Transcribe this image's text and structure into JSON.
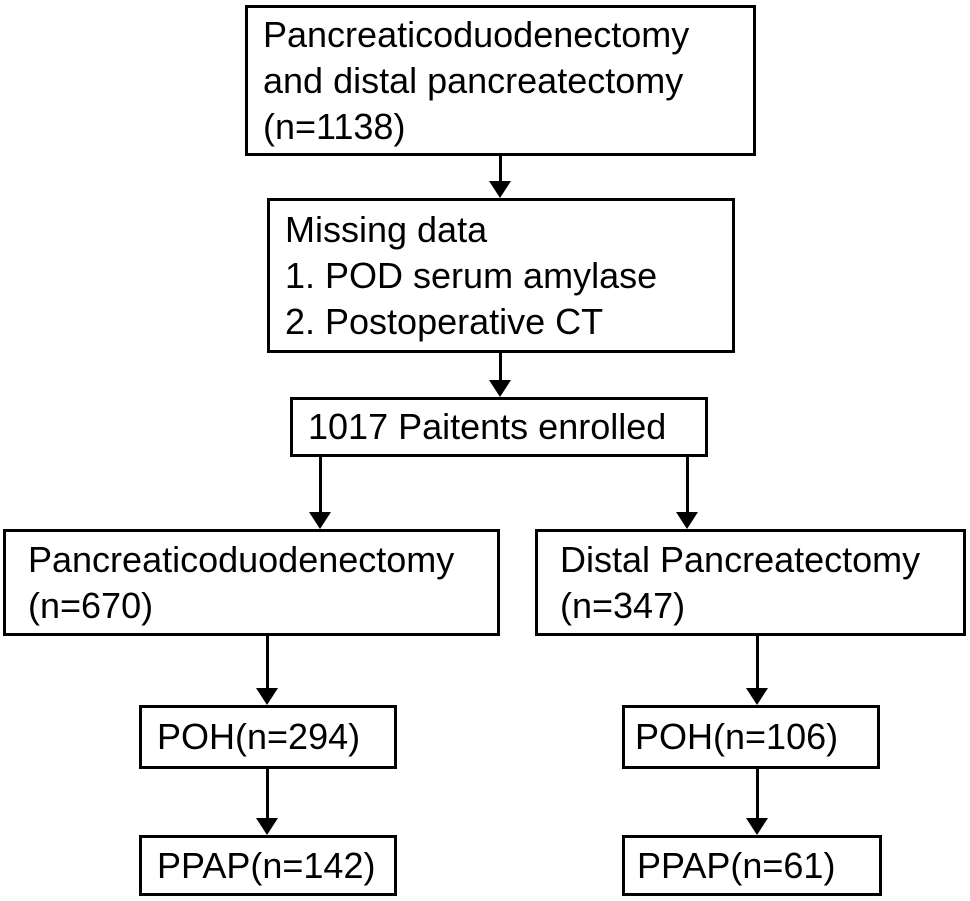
{
  "figure": {
    "type": "patient-flow-diagram",
    "colors": {
      "background": "#ffffff",
      "border": "#000000",
      "text": "#000000"
    },
    "boxes": {
      "total_cohort": "Pancreaticoduodenectomy\nand distal pancreatectomy\n(n=1138)",
      "missing_data": "Missing data\n1. POD serum amylase\n2. Postoperative CT",
      "enrolled": "1017 Paitents enrolled",
      "pancreaticoduodenectomy": "Pancreaticoduodenectomy\n(n=670)",
      "distal_pancreatectomy": "Distal Pancreatectomy\n(n=347)",
      "pd_poh": "POH(n=294)",
      "dp_poh": "POH(n=106)",
      "pd_ppap": "PPAP(n=142)",
      "dp_ppap": "PPAP(n=61)"
    },
    "counts": {
      "total": 1138,
      "enrolled": 1017,
      "pancreaticoduodenectomy": 670,
      "distal_pancreatectomy": 347,
      "pd_poh": 294,
      "dp_poh": 106,
      "pd_ppap": 142,
      "dp_ppap": 61
    }
  }
}
